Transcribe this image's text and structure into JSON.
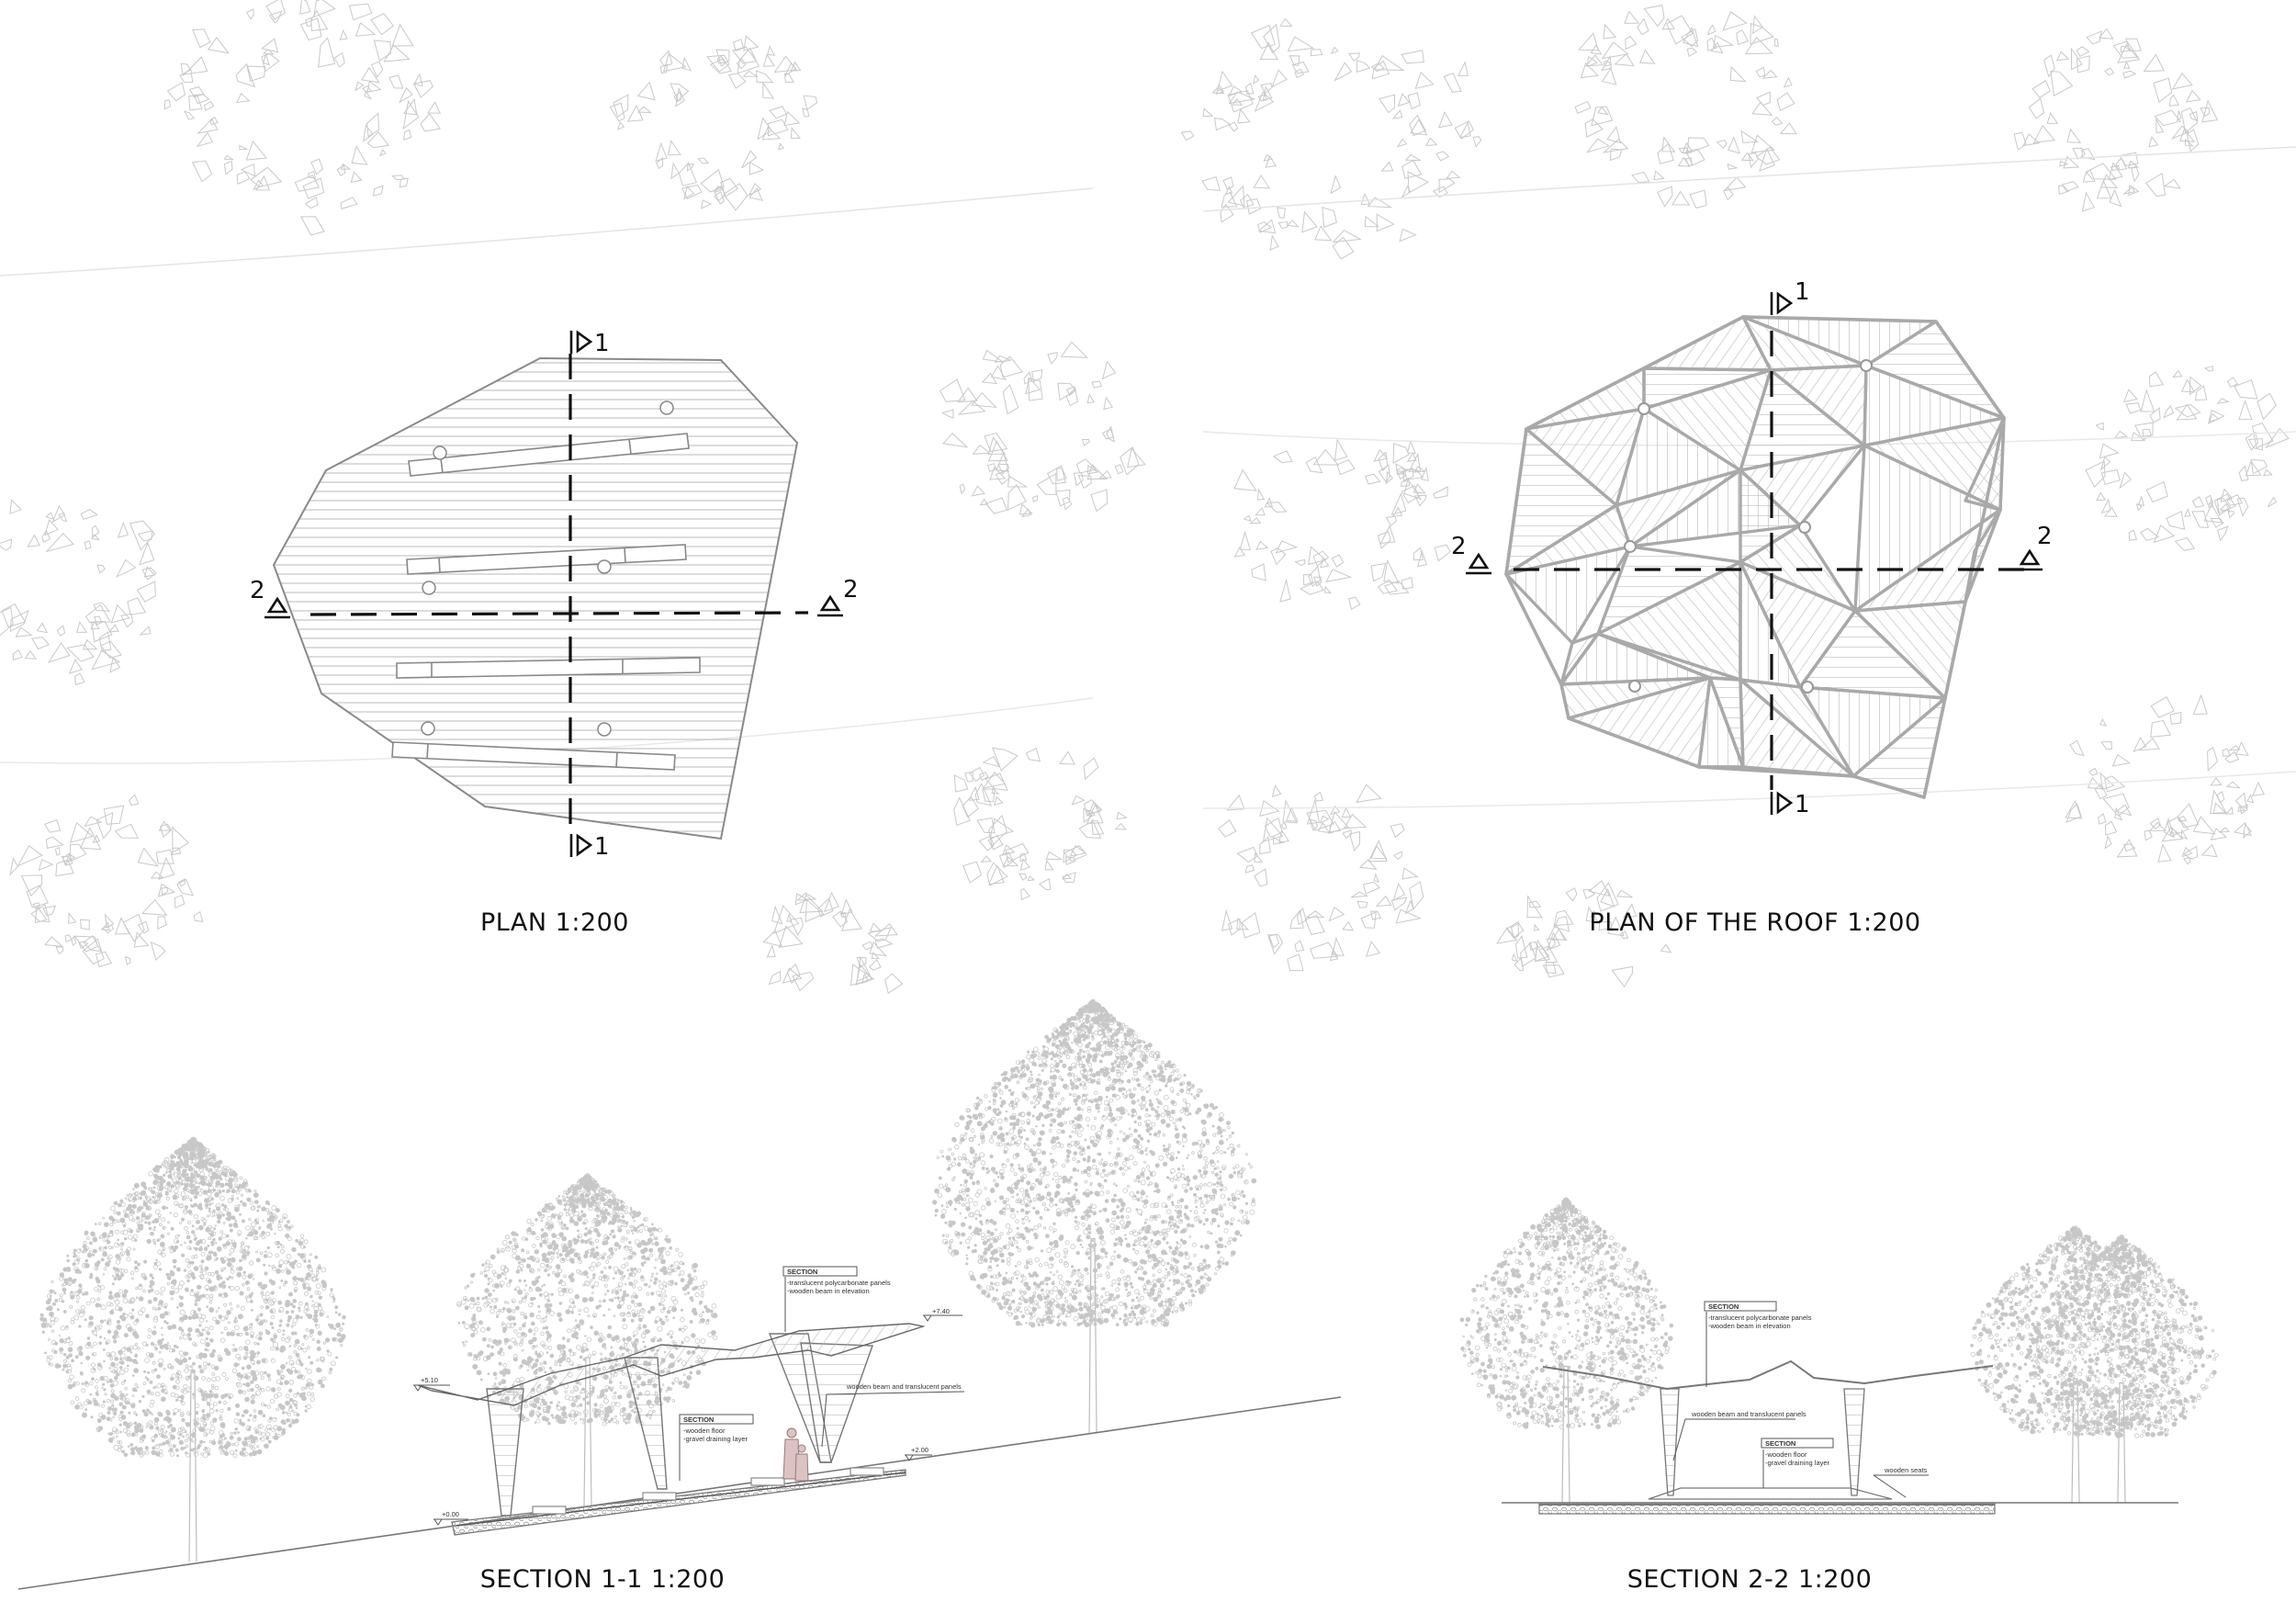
{
  "drawings": {
    "plan": {
      "title": "PLAN 1:200"
    },
    "roof": {
      "title": "PLAN OF THE ROOF 1:200"
    },
    "section_1": {
      "title": "SECTION 1-1 1:200"
    },
    "section_2": {
      "title": "SECTION 2-2 1:200"
    }
  },
  "section_markers": {
    "one": "1",
    "two": "2"
  },
  "section_1": {
    "tag_roof": "SECTION",
    "note_roof_1": "-translucent polycarbonate panels",
    "note_roof_2": "-wooden beam in elevation",
    "tag_floor": "SECTION",
    "note_floor_1": "-wooden floor",
    "note_floor_2": "-gravel draining layer",
    "note_beam": "wooden beam and translucent panels",
    "level_high": "+7.40",
    "level_left": "+5.10",
    "level_mid": "+2.00",
    "level_base": "+0.00"
  },
  "section_2": {
    "tag_roof": "SECTION",
    "note_roof_1": "-translucent polycarbonate panels",
    "note_roof_2": "-wooden beam in elevation",
    "note_beam": "wooden beam and translucent panels",
    "tag_floor": "SECTION",
    "note_floor_1": "-wooden floor",
    "note_floor_2": "-gravel draining layer",
    "note_seats": "wooden seats"
  }
}
